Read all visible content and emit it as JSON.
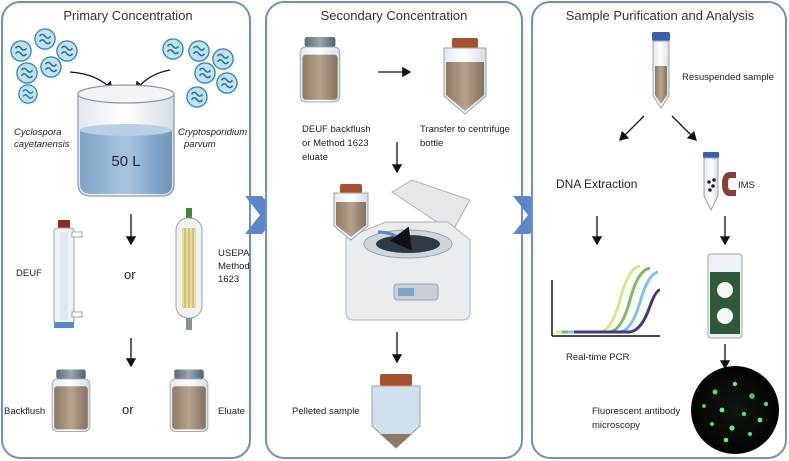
{
  "panels": {
    "primary": {
      "title": "Primary  Concentration",
      "organism_left": [
        "Cyclospora",
        "cayetanensis"
      ],
      "organism_right": [
        "Cryptosporidium",
        "parvum"
      ],
      "volume": "50 L",
      "filter_left": "DEUF",
      "filter_right": [
        "USEPA",
        "Method",
        "1623"
      ],
      "or": "or",
      "bottle_left": "Backflush",
      "bottle_right": "Eluate"
    },
    "secondary": {
      "title": "Secondary Concentration",
      "source": [
        "DEUF backflush",
        "or Method 1623",
        "eluate"
      ],
      "transfer": [
        "Transfer to centrifuge",
        "bottle"
      ],
      "pelleted": "Pelleted sample"
    },
    "analysis": {
      "title": "Sample Purification and Analysis",
      "resuspended": "Resuspended sample",
      "dna": "DNA Extraction",
      "ims": "IMS",
      "pcr": "Real-time PCR",
      "microscopy": [
        "Fluorescent antibody",
        "microscopy"
      ]
    }
  },
  "colors": {
    "panel_border": "#6f8fc6",
    "chevron": "#5b86cc",
    "water": "#9ab8d8",
    "sample": "#a89580"
  }
}
